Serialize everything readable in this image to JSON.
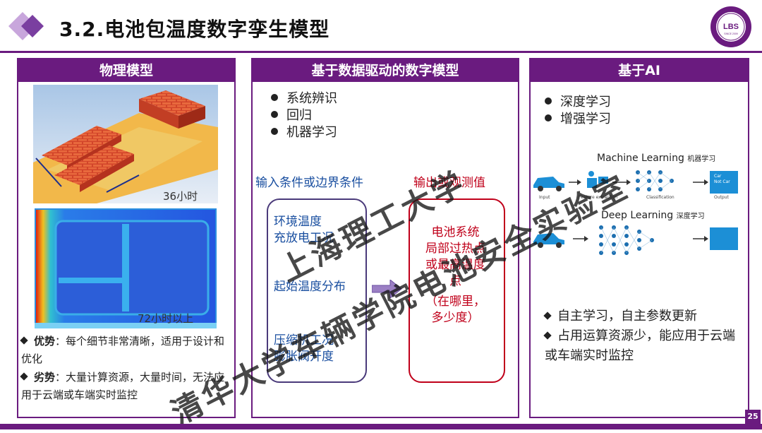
{
  "header": {
    "title": "3.2.电池包温度数字孪生模型",
    "logo_text": "LBS",
    "logo_since": "SINCE 2009"
  },
  "panels": {
    "physical": {
      "title": "物理模型",
      "caption_top": "36小时",
      "caption_bottom": "72小时以上",
      "advantage_label": "优势",
      "advantage_text": "：每个细节非常清晰，适用于设计和优化",
      "disadvantage_label": "劣势",
      "disadvantage_text": "：大量计算资源，大量时间，无法应用于云端或车端实时监控"
    },
    "data_driven": {
      "title": "基于数据驱动的数字模型",
      "methods": [
        "系统辨识",
        "回归",
        "机器学习"
      ],
      "input_label": "输入条件或边界条件",
      "output_label": "输出或观测值",
      "inputs": [
        "环境温度",
        "充放电工况",
        "起始温度分布",
        "压缩机工况",
        "膨胀阀开度"
      ],
      "outputs": [
        "电池系统",
        "局部过热点",
        "或最高温度",
        "点",
        "（在哪里，",
        "多少度）"
      ]
    },
    "ai": {
      "title": "基于AI",
      "methods": [
        "深度学习",
        "增强学习"
      ],
      "ml_title": "Machine Learning",
      "ml_title_cn": "机器学习",
      "dl_title": "Deep Learning",
      "dl_title_cn": "深度学习",
      "ml_labels": [
        "Input",
        "Feature extraction",
        "Classification",
        "Output"
      ],
      "output_box": [
        "Car",
        "Not Car"
      ],
      "benefits": [
        "自主学习，自主参数更新",
        "占用运算资源少，能应用于云端或车端实时监控"
      ]
    }
  },
  "watermark": {
    "line1": "上海理工大学",
    "line2": "清华大学车辆学院电池安全实验室"
  },
  "page_number": "25",
  "colors": {
    "brand_purple": "#6a1b7f",
    "input_blue": "#1a4fa0",
    "output_red": "#c0001a"
  }
}
